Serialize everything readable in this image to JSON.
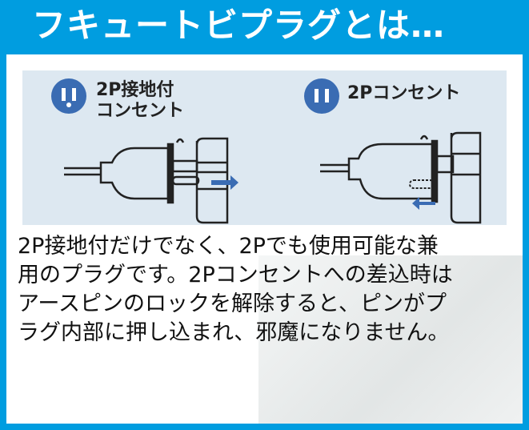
{
  "title": "フキュートビプラグとは…",
  "diagram": {
    "left_label_line1": "2P接地付",
    "left_label_line2": "コンセント",
    "right_label": "2Pコンセント"
  },
  "description": [
    "2P接地付だけでなく、2Pでも使用可能な兼",
    "用のプラグです。2Pコンセントへの差込時は",
    "アースピンのロックを解除すると、ピンがプ",
    "ラグ内部に押し込まれ、邪魔になりません。"
  ],
  "colors": {
    "frame": "#009de0",
    "panel": "#dde8f1",
    "accent": "#3a6cb3"
  }
}
